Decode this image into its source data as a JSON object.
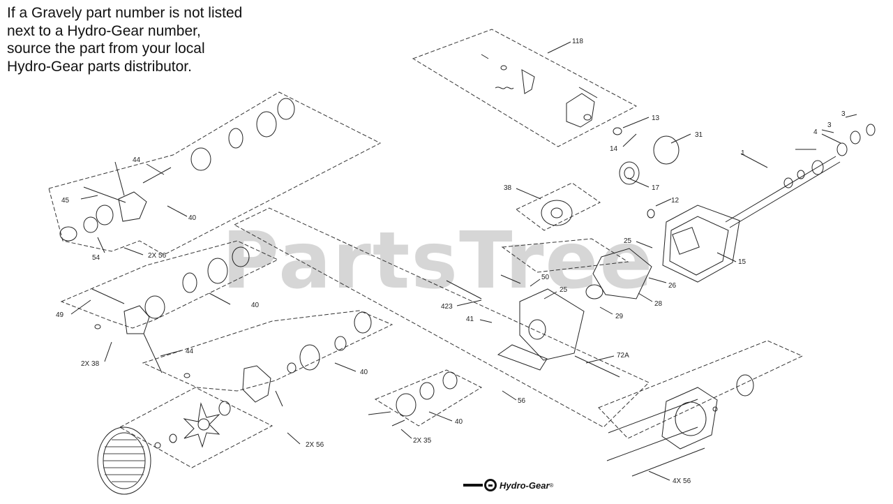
{
  "notice": {
    "lines": [
      "If a Gravely part number is not listed",
      "next to a Hydro-Gear number,",
      "source the part from your local",
      "Hydro-Gear parts distributor."
    ]
  },
  "watermark": "PartsTree",
  "brand": {
    "name": "Hydro-Gear",
    "reg": "®"
  },
  "callouts": {
    "c118": "118",
    "c13": "13",
    "c14": "14",
    "c31": "31",
    "c3a": "3",
    "c3b": "3",
    "c4": "4",
    "c1": "1",
    "c17": "17",
    "c38": "38",
    "c12": "12",
    "c25a": "25",
    "c15": "15",
    "c26": "26",
    "c28": "28",
    "c29": "29",
    "c50": "50",
    "c25b": "25",
    "c423": "423",
    "c41": "41",
    "c72a": "72A",
    "c44a": "44",
    "c45": "45",
    "c40a": "40",
    "c54": "54",
    "c2x56a": "2X 56",
    "c49": "49",
    "c40b": "40",
    "c2x38": "2X 38",
    "c44b": "44",
    "c40c": "40",
    "c40d": "40",
    "c56": "56",
    "c2x35": "2X 35",
    "c2x56b": "2X 56",
    "c4x56": "4X 56"
  }
}
